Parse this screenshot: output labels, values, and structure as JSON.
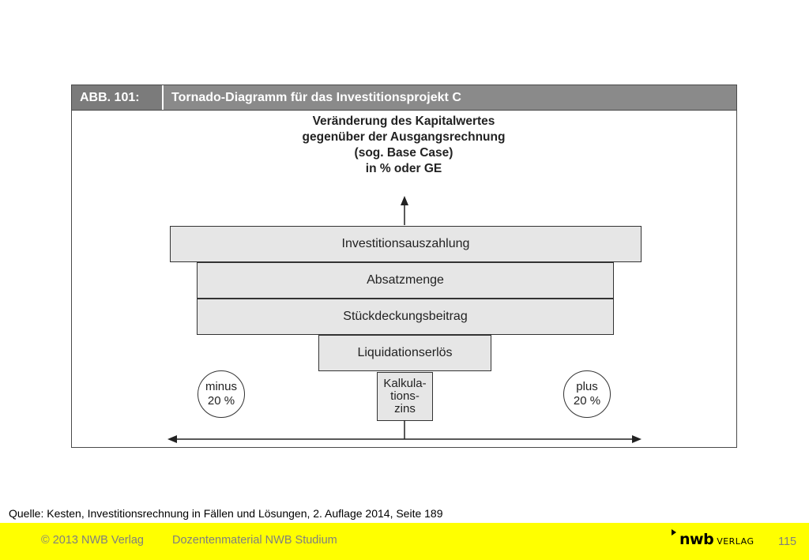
{
  "figure": {
    "label": "ABB. 101:",
    "title": "Tornado-Diagramm für das Investitionsprojekt C",
    "axis_caption": [
      "Veränderung des Kapitalwertes",
      "gegenüber der Ausgangsrechnung",
      "(sog. Base Case)",
      "in % oder GE"
    ],
    "bars": [
      {
        "label": "Investitionsauszahlung"
      },
      {
        "label": "Absatzmenge"
      },
      {
        "label": "Stückdeckungsbeitrag"
      },
      {
        "label": "Liquidationserlös"
      },
      {
        "label_lines": [
          "Kalkula-",
          "tions-",
          "zins"
        ]
      }
    ],
    "minus_label": [
      "minus",
      "20 %"
    ],
    "plus_label": [
      "plus",
      "20 %"
    ]
  },
  "source": "Quelle: Kesten, Investitionsrechnung in Fällen und Lösungen, 2. Auflage 2014, Seite 189",
  "footer": {
    "copyright": "© 2013 NWB Verlag",
    "material": "Dozentenmaterial NWB Studium",
    "logo_main": "nwb",
    "logo_sub": "VERLAG",
    "page_number": "115"
  },
  "colors": {
    "footer_bg": "#ffff00",
    "header_bg": "#8a8a8a",
    "bar_fill": "#e6e6e6"
  }
}
